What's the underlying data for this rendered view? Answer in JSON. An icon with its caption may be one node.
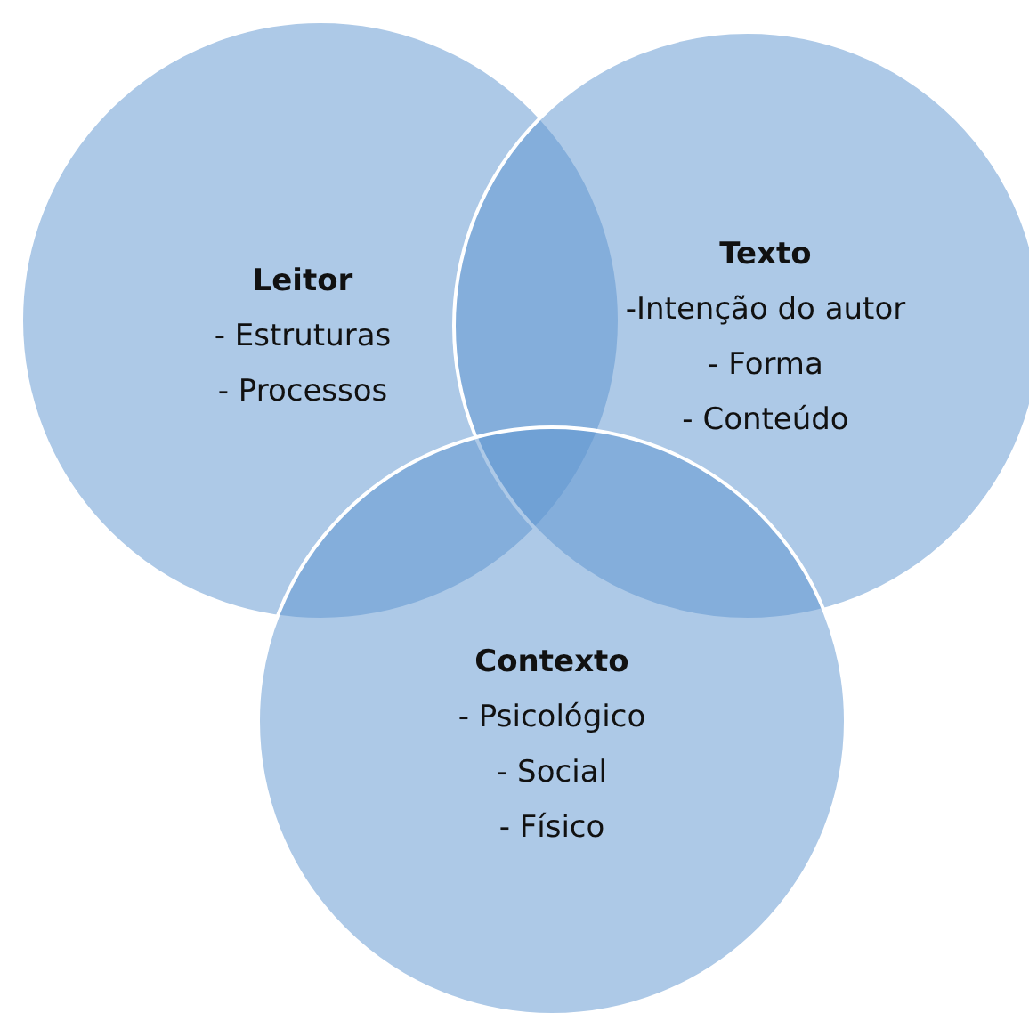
{
  "diagram": {
    "nodes": [
      {
        "text": [
          "Leitor",
          "- Estruturas",
          "- Processos"
        ]
      },
      {
        "text": [
          "Texto",
          "-Intenção do autor",
          "- Forma",
          "- Conteúdo"
        ]
      },
      {
        "text": [
          "Contexto",
          "- Psicológico",
          "- Social",
          "- Físico"
        ]
      }
    ]
  }
}
